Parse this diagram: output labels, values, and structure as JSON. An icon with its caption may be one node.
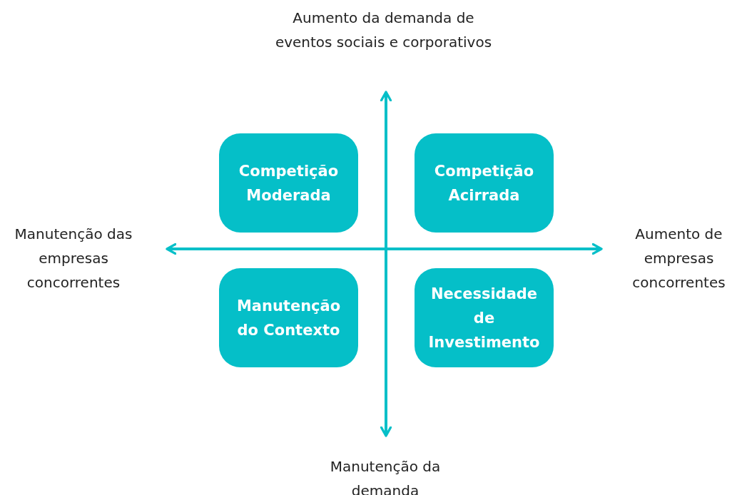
{
  "diagram": {
    "nodes": [
      {
        "text": [
          "Competição Moderada"
        ]
      },
      {
        "text": [
          "Competição Acirrada"
        ]
      },
      {
        "text": [
          "Manutenção do Contexto"
        ]
      },
      {
        "text": [
          "Necessidade de Investimento"
        ]
      }
    ],
    "labels": [
      "Aumento da demanda de eventos sociais e corporativos",
      "Manutenção das empresas concorrentes",
      "Aumento de empresas concorrentes",
      "Manutenção da demanda"
    ]
  }
}
